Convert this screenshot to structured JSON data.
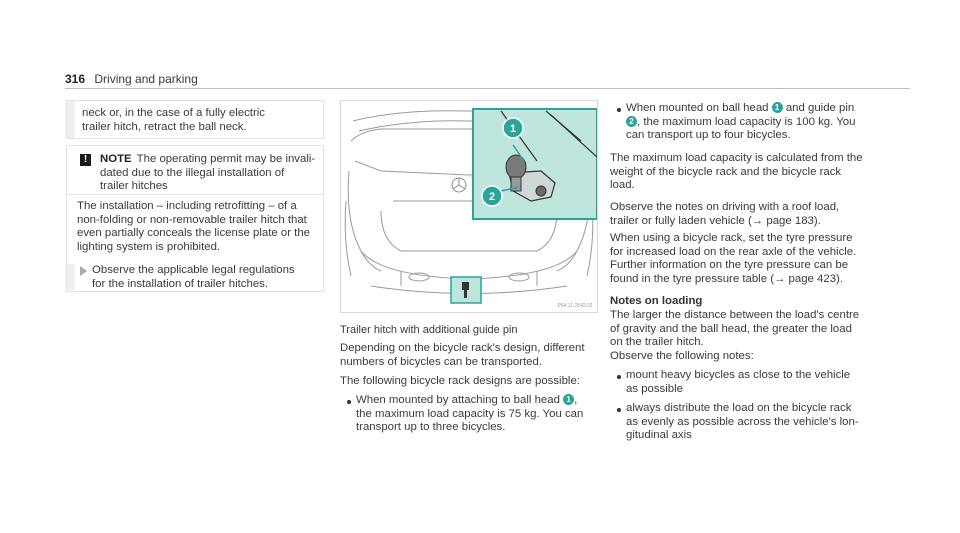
{
  "header": {
    "page_number": "316",
    "section": "Driving and parking"
  },
  "box1": {
    "text_line1": "neck or, in the case of a fully electric",
    "text_line2": "trailer hitch, retract the ball neck."
  },
  "note": {
    "label": "NOTE",
    "line1": "The operating permit may be invali-",
    "line2": "dated due to the illegal installation of",
    "line3": "trailer hitches",
    "para_line1": "The installation – including retrofitting – of a",
    "para_line2": "non-folding or non-removable trailer hitch that",
    "para_line3": "even partially conceals the license plate or the",
    "para_line4": "lighting system is prohibited.",
    "action_line1": "Observe the applicable legal regulations",
    "action_line2": "for the installation of trailer hitches."
  },
  "figure": {
    "callout1": "1",
    "callout2": "2",
    "accent_color": "#2aa39b",
    "panel_color": "#bfe6dd",
    "watermark": "P54.11-2542-31",
    "caption": "Trailer hitch with additional guide pin"
  },
  "col2": {
    "p1_line1": "Depending on the bicycle rack's design, different",
    "p1_line2": "numbers of bicycles can be transported.",
    "p2_line1": "The following bicycle rack designs are possible:",
    "b1_line1a": "When mounted by attaching to ball head",
    "b1_num": "1",
    "b1_line1b": ",",
    "b1_line2": "the maximum load capacity is 75 kg. You can",
    "b1_line3": "transport up to three bicycles."
  },
  "col3": {
    "b1_line1a": "When mounted on ball head",
    "b1_num1": "1",
    "b1_line1b": "and guide pin",
    "b1_num2": "2",
    "b1_line2": ", the maximum load capacity is 100 kg. You",
    "b1_line3": "can transport up to four bicycles.",
    "p1_line1": "The maximum load capacity is calculated from the",
    "p1_line2": "weight of the bicycle rack and the bicycle rack",
    "p1_line3": "load.",
    "p2_line1": "Observe the notes on driving with a roof load,",
    "p2_line2": "trailer or fully laden vehicle (→ page 183).",
    "p3_line1": "When using a bicycle rack, set the tyre pressure",
    "p3_line2": "for increased load on the rear axle of the vehicle.",
    "p3_line3": "Further information on the tyre pressure can be",
    "p3_line4": "found in the tyre pressure table (→ page 423).",
    "heading": "Notes on loading",
    "p4_line1": "The larger the distance between the load's centre",
    "p4_line2": "of gravity and the ball head, the greater the load",
    "p4_line3": "on the trailer hitch.",
    "p5": "Observe the following notes:",
    "b2_line1": "mount heavy bicycles as close to the vehicle",
    "b2_line2": "as possible",
    "b3_line1": "always distribute the load on the bicycle rack",
    "b3_line2": "as evenly as possible across the vehicle's lon-",
    "b3_line3": "gitudinal axis"
  }
}
